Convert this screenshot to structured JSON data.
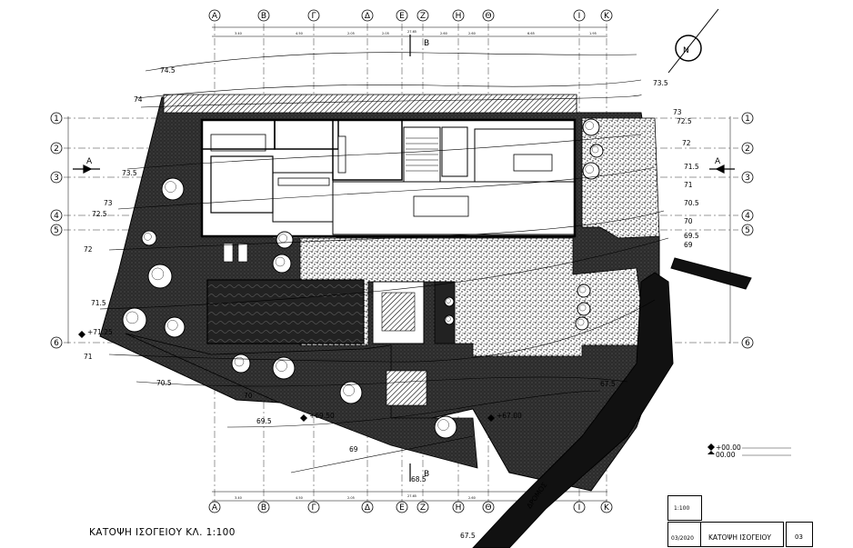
{
  "drawing_title": "ΚΑΤΟΨΗ ΙΣΟΓΕΙΟΥ ΚΛ. 1:100",
  "column_axes": [
    "Α",
    "Β",
    "Γ",
    "Δ",
    "Ε",
    "Ζ",
    "Η",
    "Θ",
    "Ι",
    "Κ"
  ],
  "row_axes": [
    "1",
    "2",
    "3",
    "4",
    "5",
    "6"
  ],
  "section_marks": {
    "vertical": "Β",
    "horizontal": "Α"
  },
  "north_label": "N",
  "contours": [
    "74.5",
    "74",
    "73.5",
    "73",
    "72.5",
    "72",
    "71.5",
    "71",
    "70.5",
    "70",
    "69.5",
    "69",
    "68.5",
    "67.5",
    "73.5",
    "73",
    "72.5",
    "72",
    "71.5",
    "71",
    "70.5",
    "70",
    "69.5",
    "69",
    "67.5"
  ],
  "spot_levels": [
    "+71.25",
    "+69.50",
    "+67.00"
  ],
  "road_label": "ΔΡΟΜΟΣ",
  "legend": {
    "level_a": "+00.00",
    "level_b": "00.00"
  },
  "title_block": {
    "scale": "1:100",
    "date": "03/2020",
    "sheet_title": "ΚΑΤΟΨΗ ΙΣΟΓΕΙΟΥ",
    "sheet_number": "03"
  },
  "colors": {
    "ink": "#000000",
    "hatch_dark": "#3a3a3a",
    "paper": "#ffffff"
  }
}
